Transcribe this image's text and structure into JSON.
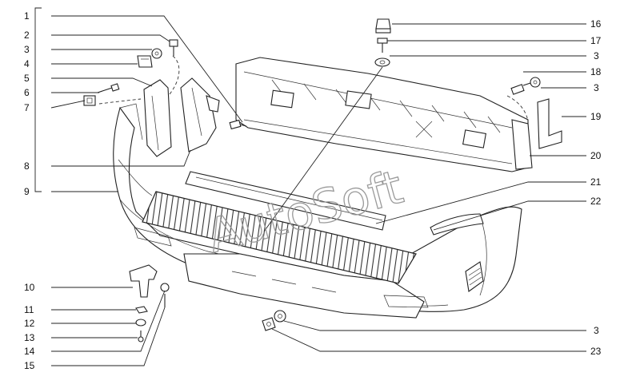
{
  "watermark": "AutoSoft",
  "callouts": {
    "c1": "1",
    "c2": "2",
    "c3a": "3",
    "c4": "4",
    "c5": "5",
    "c6": "6",
    "c7": "7",
    "c8": "8",
    "c9": "9",
    "c10": "10",
    "c11": "11",
    "c12": "12",
    "c13": "13",
    "c14": "14",
    "c15": "15",
    "c16": "16",
    "c17": "17",
    "c3b": "3",
    "c18": "18",
    "c3c": "3",
    "c19": "19",
    "c20": "20",
    "c21": "21",
    "c22": "22",
    "c3d": "3",
    "c23": "23"
  }
}
